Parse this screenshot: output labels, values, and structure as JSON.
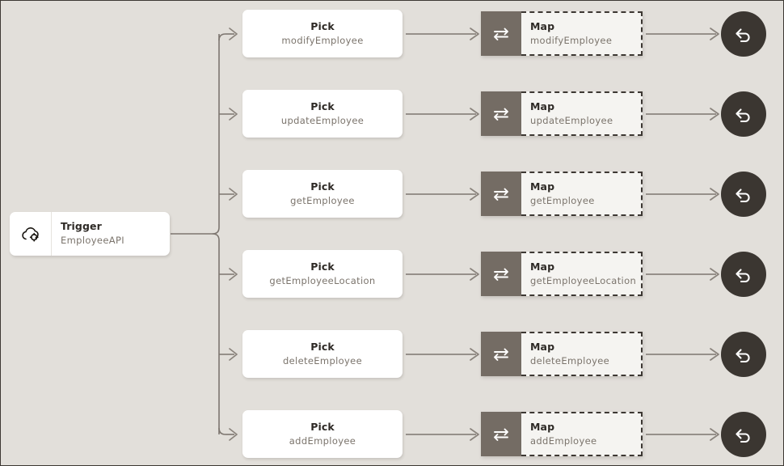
{
  "canvas": {
    "background_color": "#e2dfda",
    "border_color": "#3d3833"
  },
  "palette": {
    "node_white": "#ffffff",
    "map_icon_box": "#746c64",
    "map_body": "#f5f4f1",
    "return_circle": "#3b3631",
    "edge": "#7d7670",
    "title_text": "#2e2a26",
    "subtitle_text": "#7b746c"
  },
  "trigger": {
    "icon": "cloud-gear-icon",
    "title": "Trigger",
    "subtitle": "EmployeeAPI"
  },
  "rows": [
    {
      "pick": {
        "title": "Pick",
        "subtitle": "modifyEmployee"
      },
      "map": {
        "icon": "swap-arrows-icon",
        "title": "Map",
        "subtitle": "modifyEmployee"
      },
      "return": {
        "icon": "return-arrow-icon"
      }
    },
    {
      "pick": {
        "title": "Pick",
        "subtitle": "updateEmployee"
      },
      "map": {
        "icon": "swap-arrows-icon",
        "title": "Map",
        "subtitle": "updateEmployee"
      },
      "return": {
        "icon": "return-arrow-icon"
      }
    },
    {
      "pick": {
        "title": "Pick",
        "subtitle": "getEmployee"
      },
      "map": {
        "icon": "swap-arrows-icon",
        "title": "Map",
        "subtitle": "getEmployee"
      },
      "return": {
        "icon": "return-arrow-icon"
      }
    },
    {
      "pick": {
        "title": "Pick",
        "subtitle": "getEmployeeLocation"
      },
      "map": {
        "icon": "swap-arrows-icon",
        "title": "Map",
        "subtitle": "getEmployeeLocation"
      },
      "return": {
        "icon": "return-arrow-icon"
      }
    },
    {
      "pick": {
        "title": "Pick",
        "subtitle": "deleteEmployee"
      },
      "map": {
        "icon": "swap-arrows-icon",
        "title": "Map",
        "subtitle": "deleteEmployee"
      },
      "return": {
        "icon": "return-arrow-icon"
      }
    },
    {
      "pick": {
        "title": "Pick",
        "subtitle": "addEmployee"
      },
      "map": {
        "icon": "swap-arrows-icon",
        "title": "Map",
        "subtitle": "addEmployee"
      },
      "return": {
        "icon": "return-arrow-icon"
      }
    }
  ]
}
